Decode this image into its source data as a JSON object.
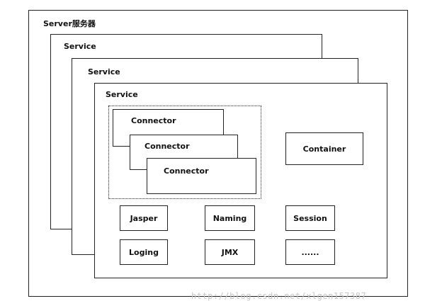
{
  "server": {
    "title": "Server服务器"
  },
  "services": [
    {
      "title": "Service"
    },
    {
      "title": "Service"
    },
    {
      "title": "Service"
    }
  ],
  "connectors": [
    {
      "label": "Connector"
    },
    {
      "label": "Connector"
    },
    {
      "label": "Connector"
    }
  ],
  "container": {
    "label": "Container"
  },
  "components": [
    {
      "label": "Jasper"
    },
    {
      "label": "Naming"
    },
    {
      "label": "Session"
    },
    {
      "label": "Loging"
    },
    {
      "label": "JMX"
    },
    {
      "label": "......"
    }
  ],
  "watermark": {
    "text": "http://blog.csdn.net/xlgen157387"
  }
}
